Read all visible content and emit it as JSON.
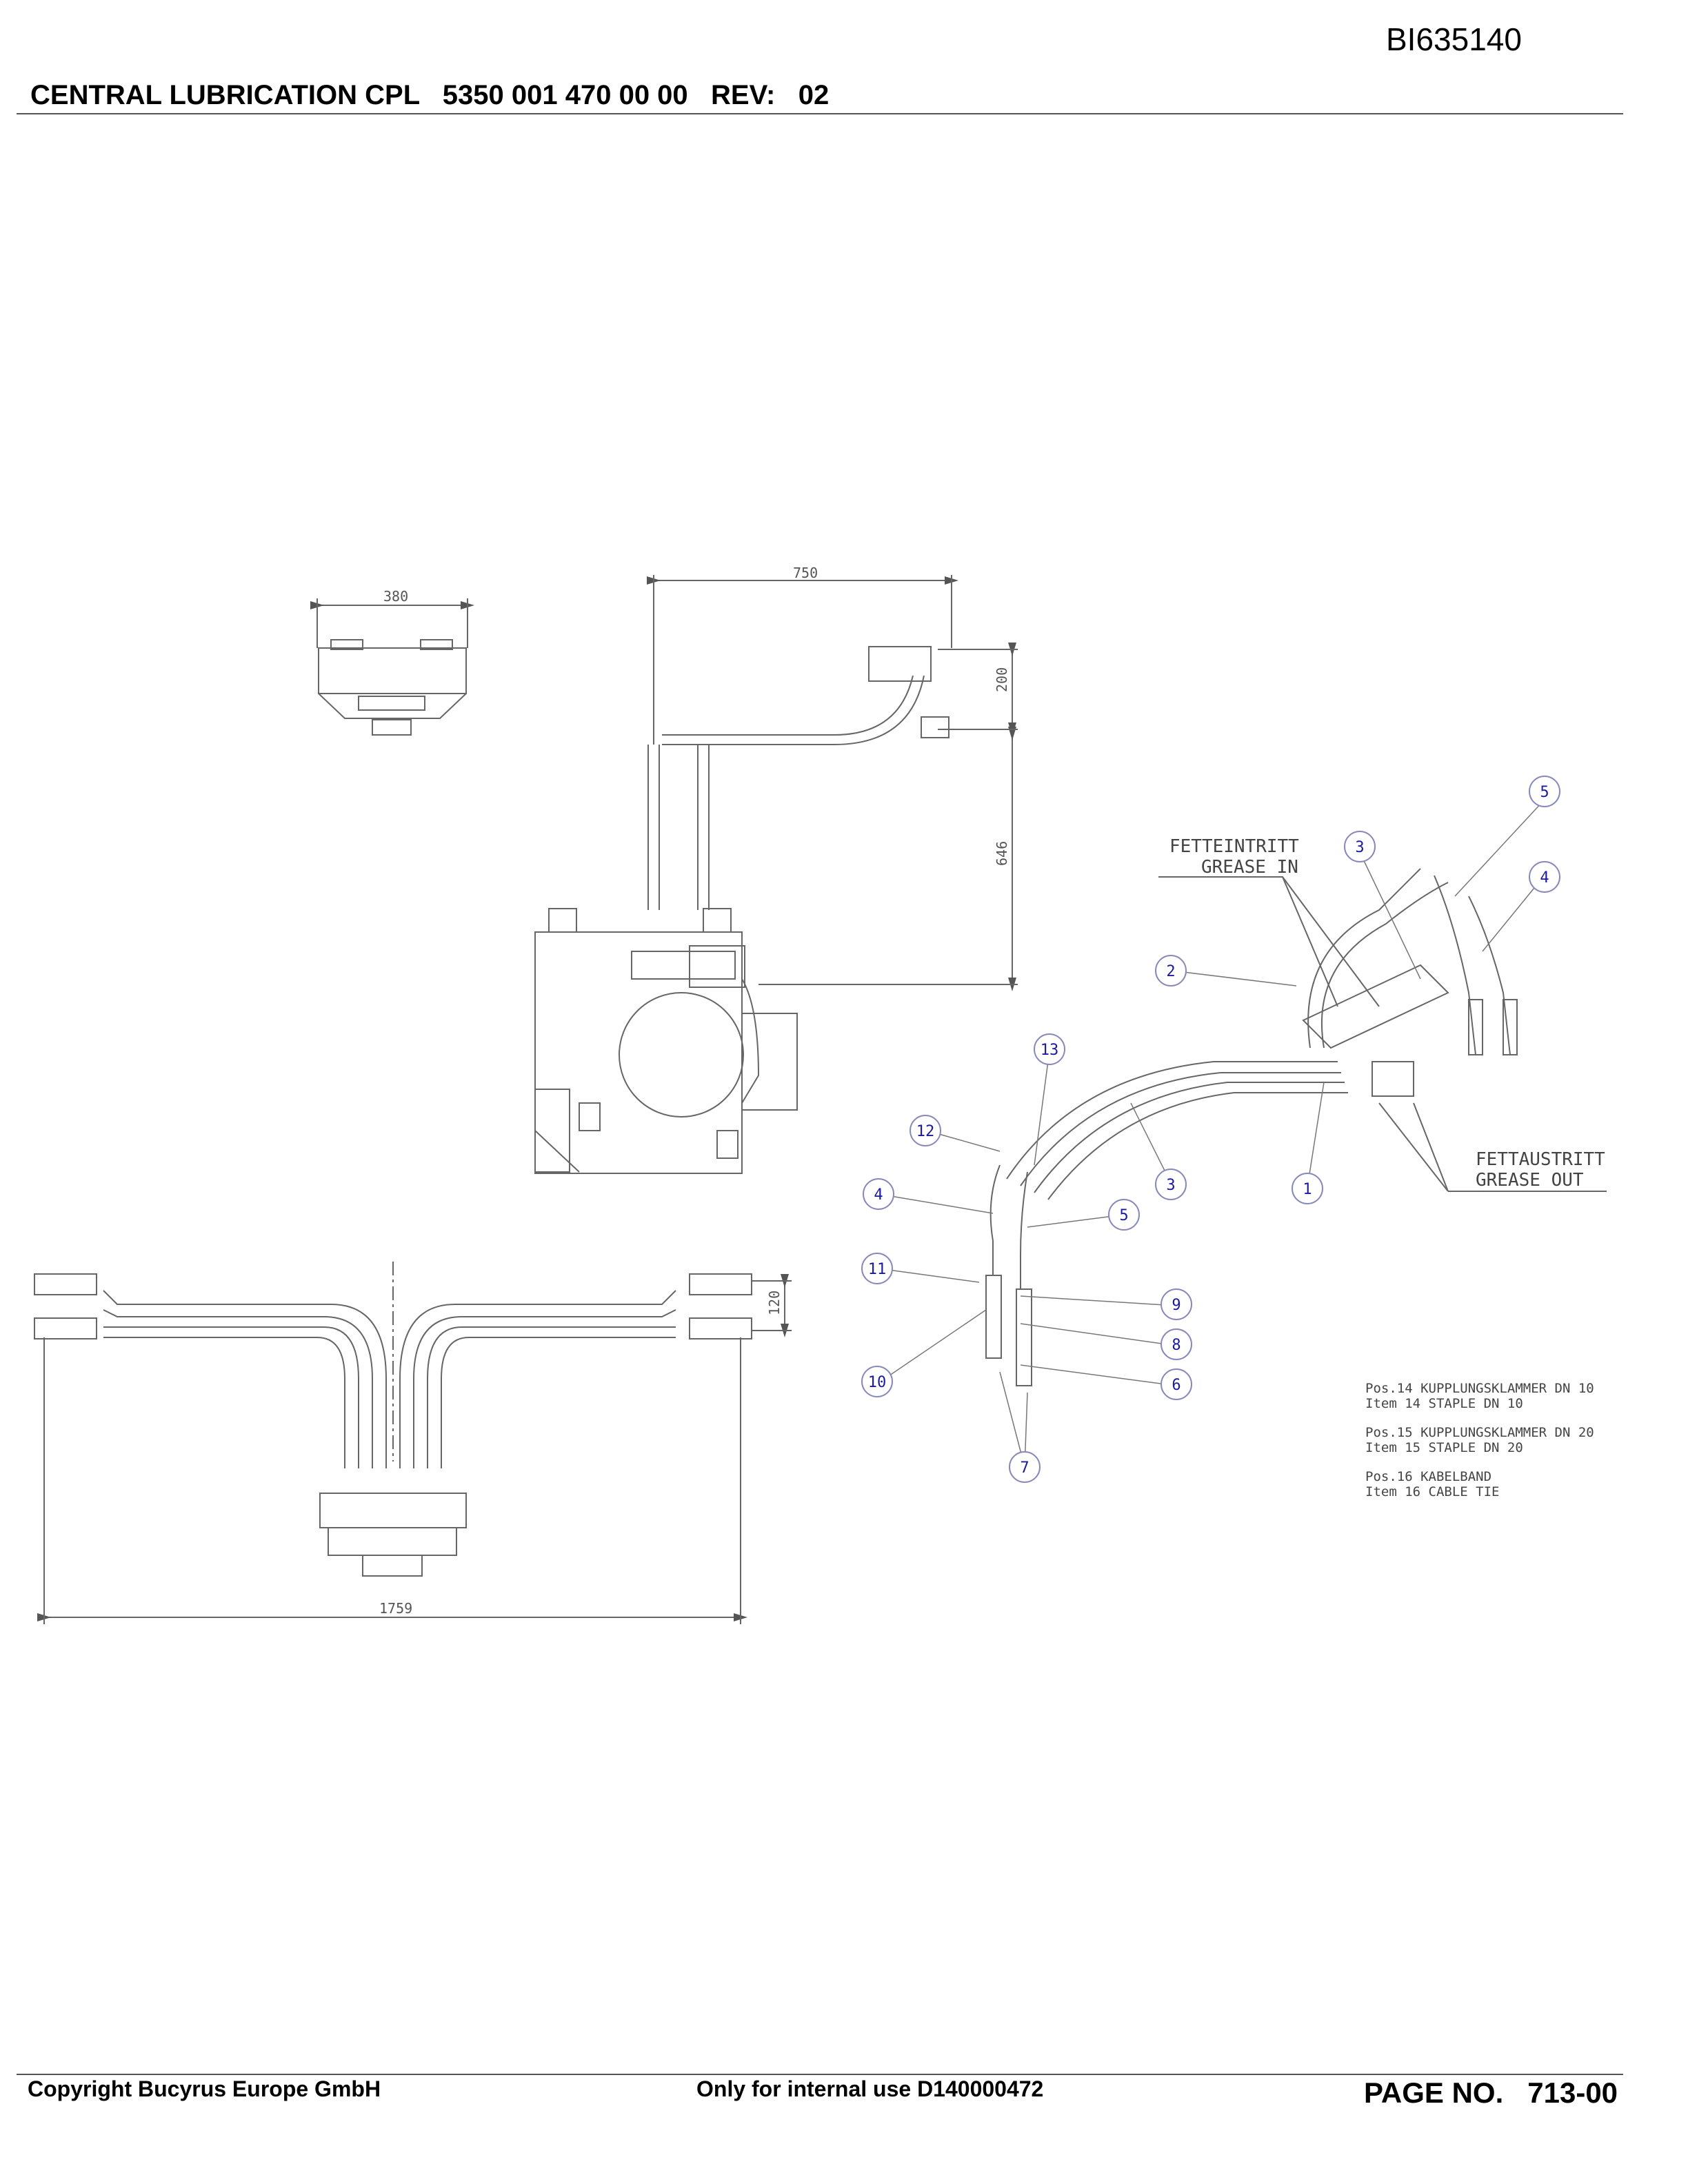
{
  "document": {
    "doc_id": "BI635140",
    "title": "CENTRAL LUBRICATION CPL   5350 001 470 00 00   REV:   02",
    "footer_copyright": "Copyright Bucyrus Europe GmbH",
    "footer_internal": "Only for internal use D140000472",
    "footer_page": "PAGE NO.   713-00"
  },
  "dimensions": {
    "d380": "380",
    "d750": "750",
    "d200": "200",
    "d646": "646",
    "d120": "120",
    "d1759": "1759"
  },
  "labels": {
    "grease_in_de": "FETTEINTRITT",
    "grease_in_en": "GREASE IN",
    "grease_out_de": "FETTAUSTRITT",
    "grease_out_en": "GREASE OUT"
  },
  "balloons": [
    "5",
    "3",
    "4",
    "2",
    "13",
    "12",
    "3",
    "1",
    "4",
    "5",
    "11",
    "9",
    "8",
    "10",
    "6",
    "7"
  ],
  "notes": [
    "Pos.14 KUPPLUNGSKLAMMER DN 10",
    "Item 14 STAPLE DN 10",
    "Pos.15 KUPPLUNGSKLAMMER DN 20",
    "Item 15 STAPLE DN 20",
    "Pos.16 KABELBAND",
    "Item 16 CABLE TIE"
  ],
  "colors": {
    "balloon_text": "#1a1aa0",
    "line": "#555555"
  }
}
